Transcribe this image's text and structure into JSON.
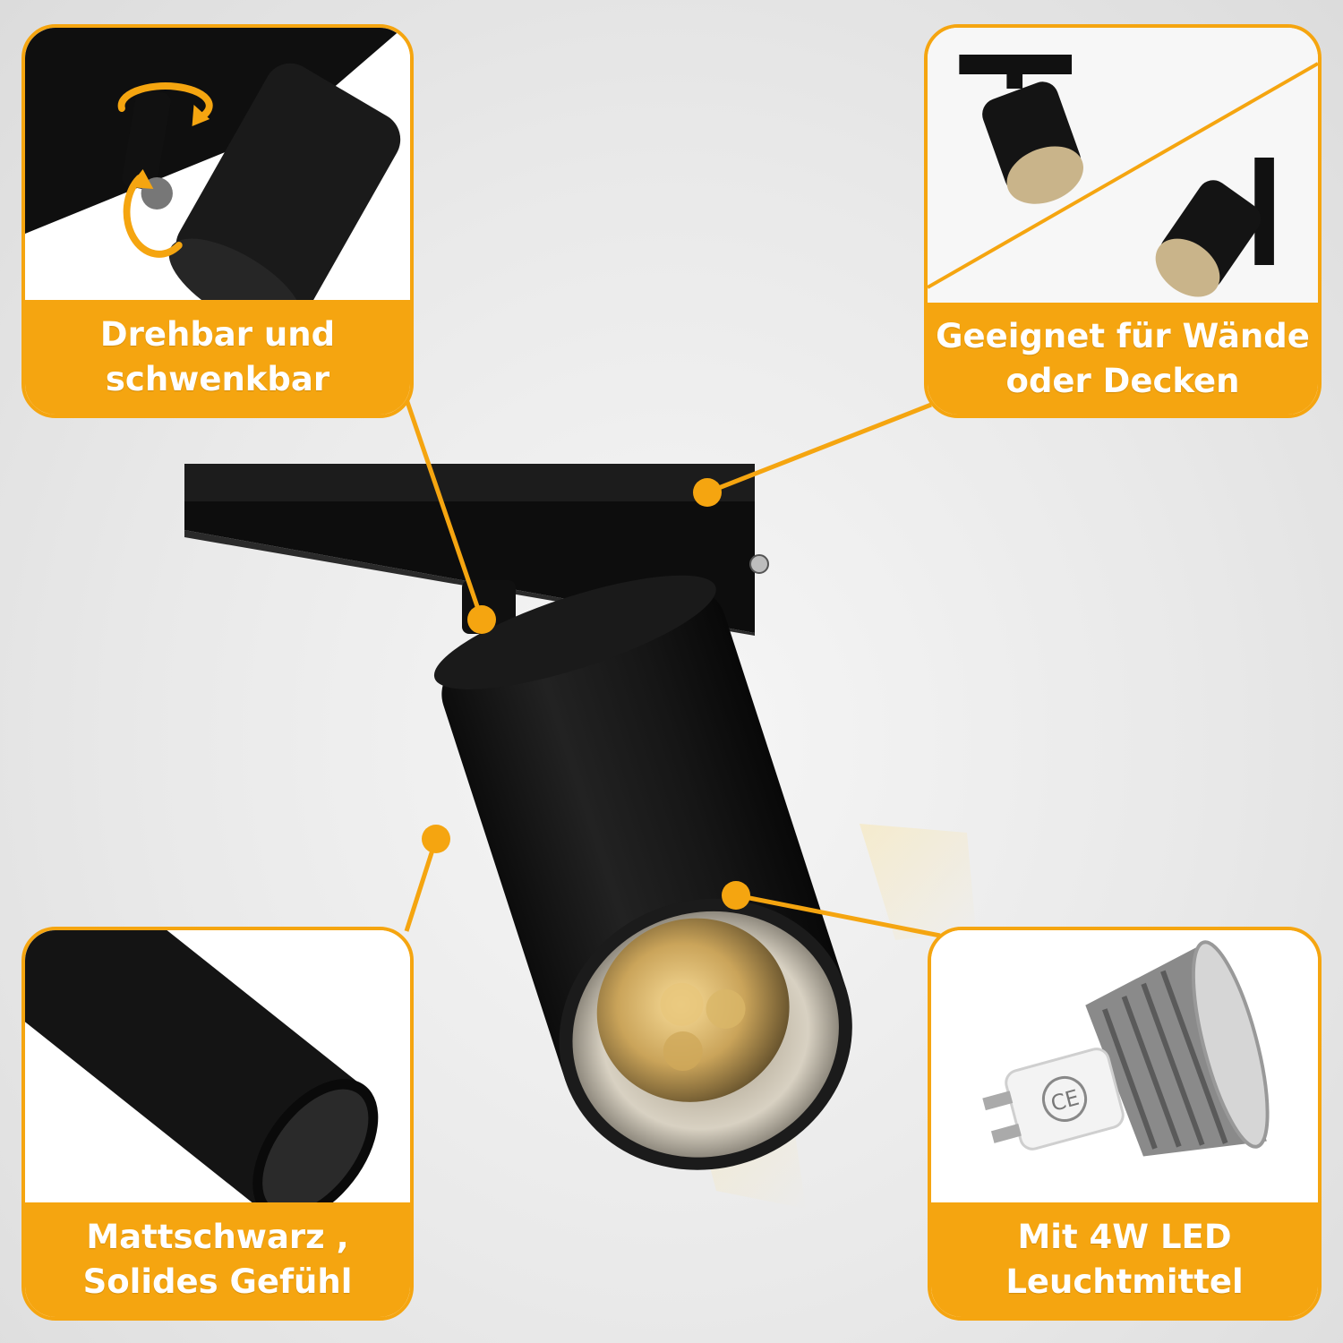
{
  "callouts": {
    "rotate": {
      "line1": "Drehbar und",
      "line2": "schwenkbar"
    },
    "mounting": {
      "line1": "Geeignet für Wände",
      "line2": "oder Decken"
    },
    "finish": {
      "line1": "Mattschwarz ,",
      "line2": "Solides Gefühl"
    },
    "bulb": {
      "line1": "Mit 4W LED",
      "line2": "Leuchtmittel"
    }
  },
  "colors": {
    "accent": "#f5a510",
    "fixture": "#141414",
    "background": "#ebebeb",
    "warm_light": "#f3d89a"
  },
  "icons": {
    "rotate": "rotate-arrows-icon",
    "bulb_mark": "ce-mark"
  }
}
